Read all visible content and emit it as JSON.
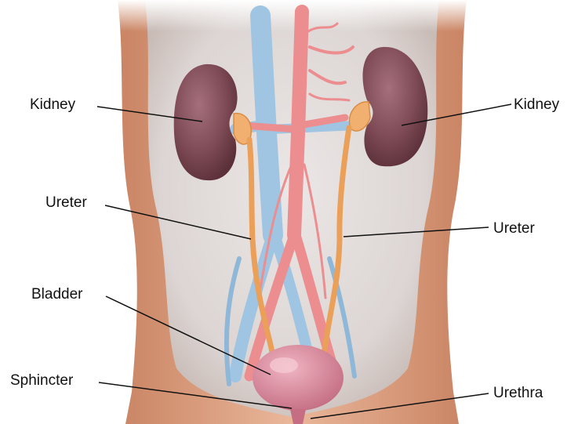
{
  "labels": {
    "kidney_left": "Kidney",
    "kidney_right": "Kidney",
    "ureter_left": "Ureter",
    "ureter_right": "Ureter",
    "bladder": "Bladder",
    "sphincter": "Sphincter",
    "urethra": "Urethra"
  },
  "colors": {
    "skin": "#e3a98a",
    "skin_dark": "#c98463",
    "abdomen": "#e7e1df",
    "kidney": "#7d4a55",
    "vein": "#9fc5e2",
    "artery": "#ec8d8f",
    "ureter": "#eba05a",
    "bladder": "#d9899c",
    "leader": "#111111"
  }
}
